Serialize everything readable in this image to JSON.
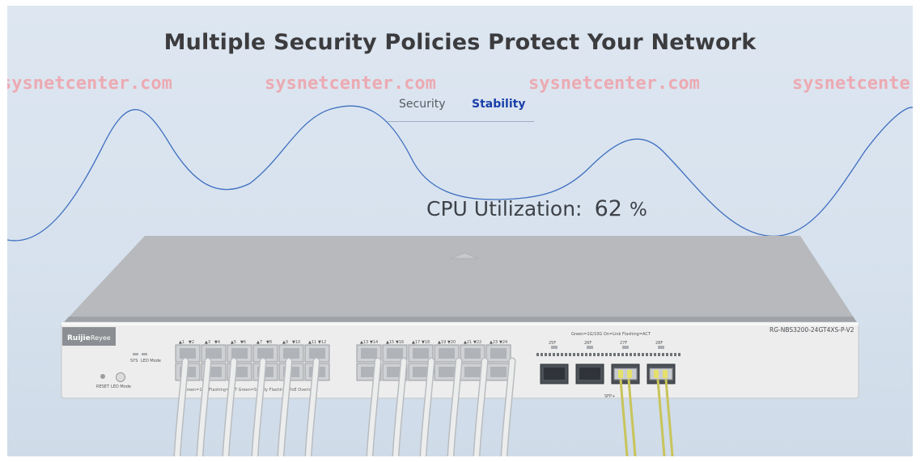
{
  "page": {
    "title": "Multiple Security Policies Protect Your Network"
  },
  "watermarks": [
    "sysnetcenter.com",
    "sysnetcenter.com",
    "sysnetcenter.com",
    "sysnetcenter"
  ],
  "tabs": {
    "security": "Security",
    "stability": "Stability",
    "active": "Stability"
  },
  "cpu": {
    "label": "CPU Utilization:",
    "value": "62",
    "unit": "%"
  },
  "device": {
    "brand": "Ruijie",
    "sub_brand": "Reyee",
    "model": "RG-NBS3200-24GT4XS-P-V2",
    "led_legend": "Green=1G/10G On=Link Flashing=ACT",
    "sys_label": "SYS",
    "led_mode_label": "LED Mode",
    "reset_label": "RESET",
    "led_mode_button_label": "LED Mode",
    "sfp_label": "SFP+",
    "sfp_ports": [
      "25F",
      "26F",
      "27F",
      "28F"
    ],
    "port_numbers_top_left": [
      "1",
      "2",
      "3",
      "4",
      "5",
      "6",
      "7",
      "8",
      "9",
      "10",
      "11",
      "12"
    ],
    "port_numbers_top_right": [
      "13",
      "14",
      "15",
      "16",
      "17",
      "18",
      "19",
      "20",
      "21",
      "22",
      "23",
      "24"
    ],
    "status_strip_text": "Green=10G Flashing=ACT  Green=Supply Flashing=PoE Overload"
  },
  "colors": {
    "wave": "#3f6fc0",
    "title": "#3c3c3f",
    "active_tab": "#1a3fa8",
    "watermark": "#f0a0a8"
  }
}
